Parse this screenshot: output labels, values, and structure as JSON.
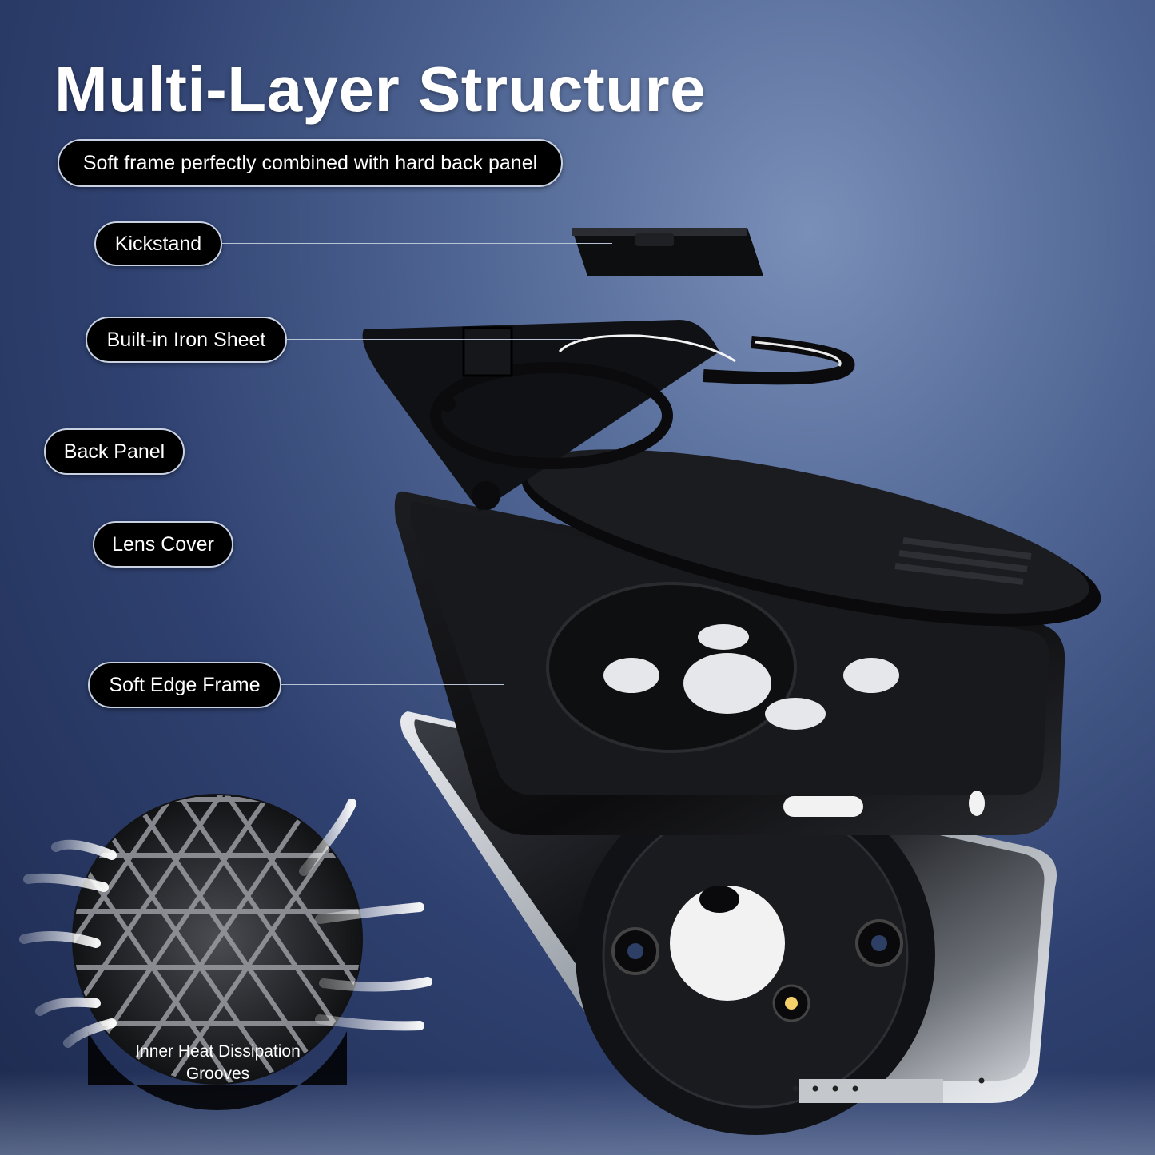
{
  "title": "Multi-Layer Structure",
  "subtitle": "Soft frame perfectly combined with hard back panel",
  "layers": [
    {
      "label": "Kickstand"
    },
    {
      "label": "Built-in Iron Sheet"
    },
    {
      "label": "Back Panel"
    },
    {
      "label": "Lens Cover"
    },
    {
      "label": "Soft Edge Frame"
    }
  ],
  "vent_callout": {
    "caption_line1": "Inner Heat Dissipation",
    "caption_line2": "Grooves"
  },
  "colors": {
    "background_top": "#7a8fb8",
    "background_bottom": "#1d2a4f",
    "case_black": "#0d0d0f",
    "pill_border": "#c9d2e3"
  }
}
